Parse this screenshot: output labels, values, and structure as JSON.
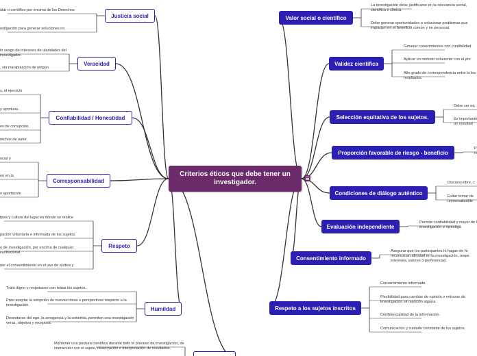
{
  "central_topic": "Criterios éticos que debe tener un investigador.",
  "right_branches": [
    {
      "label": "Valor social o científico",
      "leaves": [
        "La investigación debe justificarse en la relevancia social, científica o clínica.",
        "Debe generar oportunidades o solucionar problemas que impacten en el beneficio común y no personal."
      ]
    },
    {
      "label": "Validez científica",
      "leaves": [
        "Generar conocimientos con credibilidad",
        "Aplicar un método coherente con el pro",
        "Alto grado de correspondencia entre la los resultados."
      ]
    },
    {
      "label": "Selección equitativa de los sujetos.",
      "leaves": [
        "Debe ser eq",
        "Es importante un resultad"
      ]
    },
    {
      "label": "Proporción favorable de riesgo - beneficio",
      "leaves": [
        "Pr re"
      ]
    },
    {
      "label": "Condiciones de diálogo auténtico",
      "leaves": [
        "Discurso libre, c",
        "Evitar tomar de universalizable"
      ]
    },
    {
      "label": "Evaluación independiente",
      "leaves": [
        "Permite confiabilidad y mayor de la investigación e investiga"
      ]
    },
    {
      "label": "Consentimiento informado",
      "leaves": [
        "Asegurar que los participantes lo hagan de fo reconozcan afinidad en la investigación, respe intereses, valores o preferencias."
      ]
    },
    {
      "label": "Respeto a los sujetos inscritos",
      "leaves": [
        "Consentimiento informado.",
        "Flexibilidad para cambiar de opinión o retirarse de investigación sin sanción alguna.",
        "Confidencialidad de la información.",
        "Comunicación y cuidado constante de los sujetos."
      ]
    }
  ],
  "left_branches": [
    {
      "label": "Justicia social",
      "leaves": [
        "ular o científico por encima de los Derechos",
        "estigación para generar soluciones no"
      ]
    },
    {
      "label": "Veracidad",
      "leaves": [
        "in sesgo de intereses de ularidades del investigador.",
        ", sin manipulación de ningún"
      ]
    },
    {
      "label": "Confiabilidad / Honestidad",
      "leaves": [
        "s, el ejercicio",
        "y oportuna .",
        "es de corrupción.",
        "rechos de autor."
      ]
    },
    {
      "label": "Corresponsabilidad",
      "leaves": [
        "ocial y",
        "en en la",
        "o aportación"
      ]
    },
    {
      "label": "Respeto",
      "leaves": [
        "bres y cultura del lugar en donde se realice",
        "pación voluntaria e informada de los sujetos.",
        "o de investigación, por encima de cualquier institucional.",
        "ner el consentimiento en el uso de audios y"
      ]
    },
    {
      "label": "Humildad",
      "leaves": [
        "Trato digno y respetuoso con todos los sujetos.",
        "Para aceptar la adopción de nuevas ideas o perspectivas respecto a la investigación.",
        "Desindarse del ego, la arrogancia y la soberbia, permiten una investigación veraz, objetiva y receptiva."
      ]
    },
    {
      "label": "",
      "leaves": [
        "Mantener una postura científica durante todo el proceso de investigación, de interacción con el sujeto, observación e interpretación de resultados."
      ]
    }
  ],
  "colors": {
    "central": "#6b2a6a",
    "branch": "#2c1fb3",
    "link": "#333333"
  }
}
